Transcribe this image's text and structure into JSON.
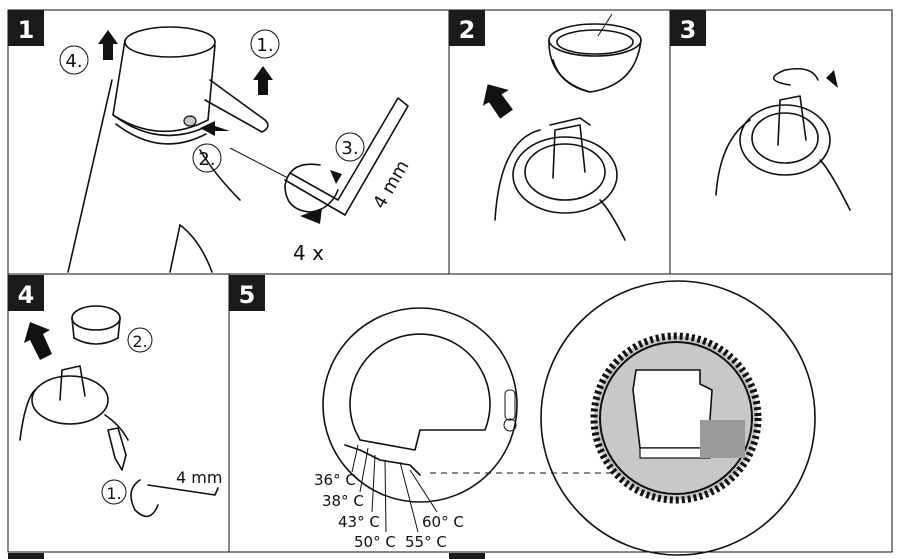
{
  "steps": [
    {
      "number": "1",
      "callouts": [
        "1.",
        "2.",
        "3.",
        "4."
      ],
      "count_text": "4 x",
      "tool_size": "4 mm"
    },
    {
      "number": "2"
    },
    {
      "number": "3"
    },
    {
      "number": "4",
      "callouts": [
        "2.",
        "1."
      ],
      "tool_size": "4 mm"
    },
    {
      "number": "5",
      "temperatures": [
        "36° C",
        "38° C",
        "43° C",
        "50° C",
        "55° C",
        "60° C"
      ]
    }
  ],
  "colors": {
    "line": "#111111",
    "label_bg": "#1a1a1a",
    "shade": "#c8c8c8"
  }
}
